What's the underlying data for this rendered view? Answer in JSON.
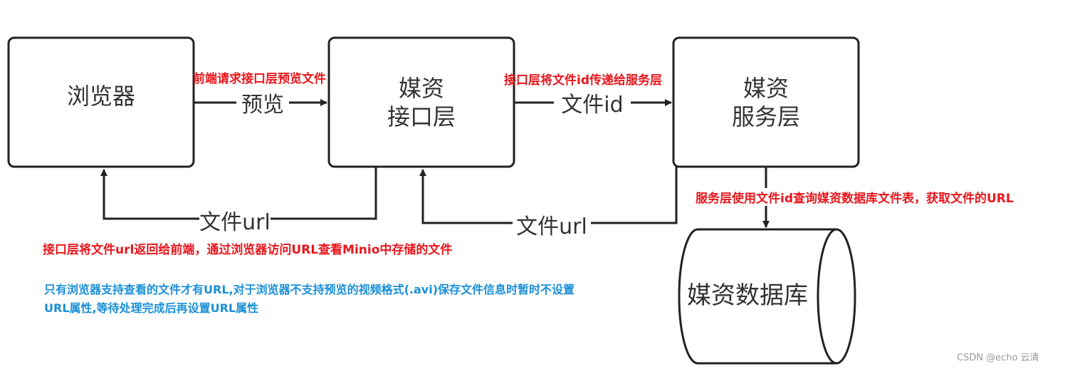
{
  "nodes": {
    "browser": "浏览器",
    "api_line1": "媒资",
    "api_line2": "接口层",
    "service_line1": "媒资",
    "service_line2": "服务层",
    "database": "媒资数据库"
  },
  "edges": {
    "preview": "预览",
    "file_id": "文件id",
    "file_url_to_browser": "文件url",
    "file_url_to_api": "文件url"
  },
  "annotations": {
    "frontend_request": "前端请求接口层预览文件",
    "api_pass_id": "接口层将文件id传递给服务层",
    "service_query": "服务层使用文件id查询媒资数据库文件表，获取文件的URL",
    "api_return_url": "接口层将文件url返回给前端，通过浏览器访问URL查看Minio中存储的文件"
  },
  "note": {
    "line1": "只有浏览器支持查看的文件才有URL,对于浏览器不支持预览的视频格式(.avi)保存文件信息时暂时不设置",
    "line2": "URL属性,等待处理完成后再设置URL属性"
  },
  "watermark": "CSDN @echo 云清",
  "colors": {
    "annotation": "#e8161c",
    "note": "#1a8fd6",
    "stroke": "#222222"
  }
}
